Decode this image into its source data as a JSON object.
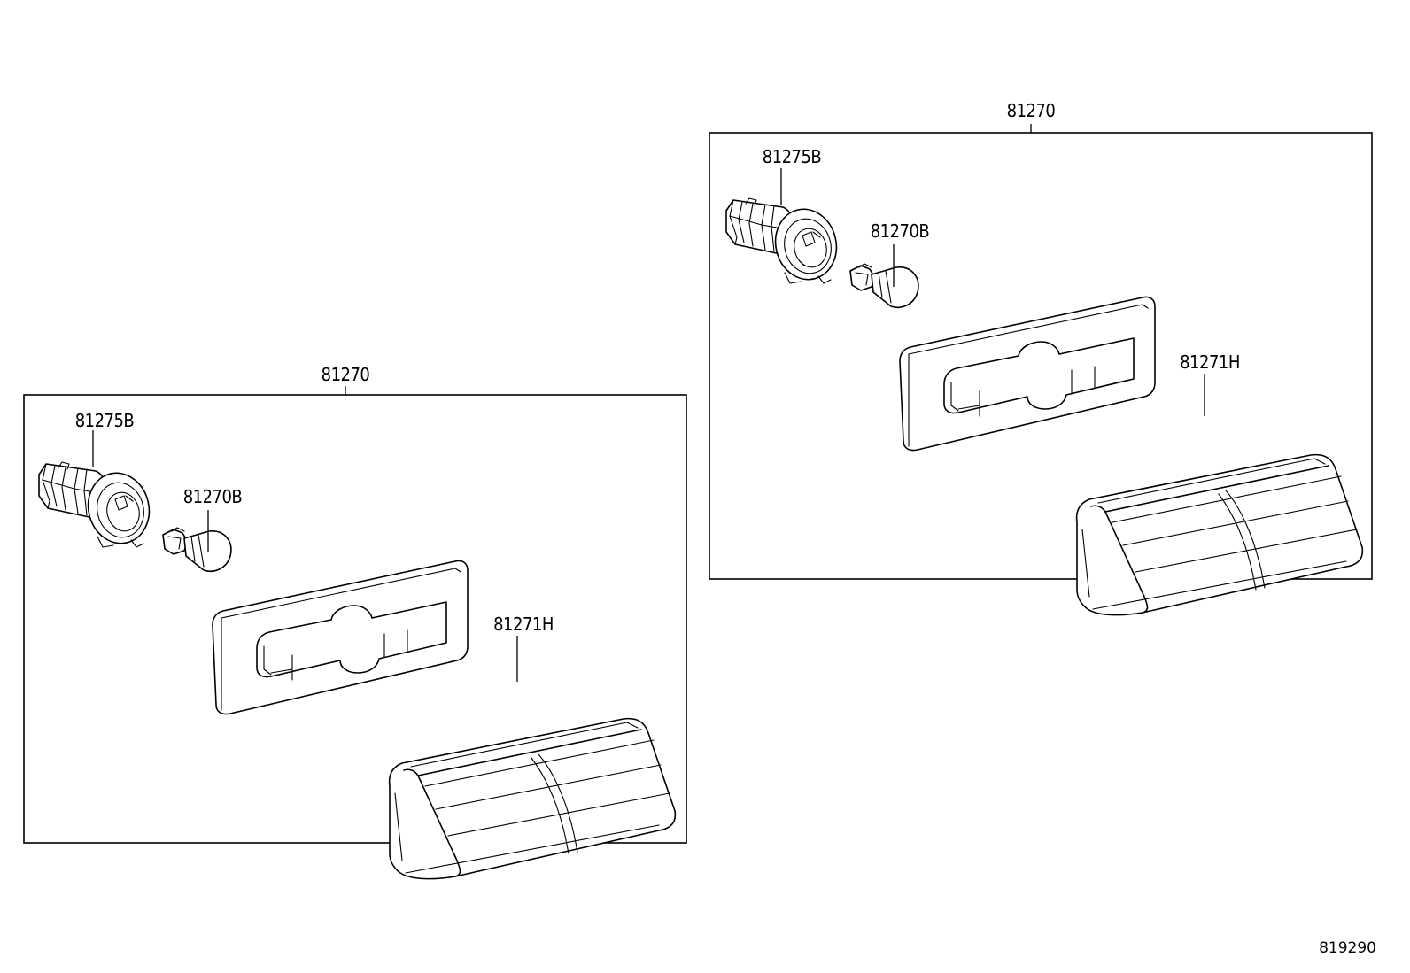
{
  "assemblies": [
    {
      "assembly_label": "81270",
      "parts": {
        "socket": "81275B",
        "bulb": "81270B",
        "lens": "81271H"
      }
    },
    {
      "assembly_label": "81270",
      "parts": {
        "socket": "81275B",
        "bulb": "81270B",
        "lens": "81271H"
      }
    }
  ],
  "illustration_id": "819290"
}
